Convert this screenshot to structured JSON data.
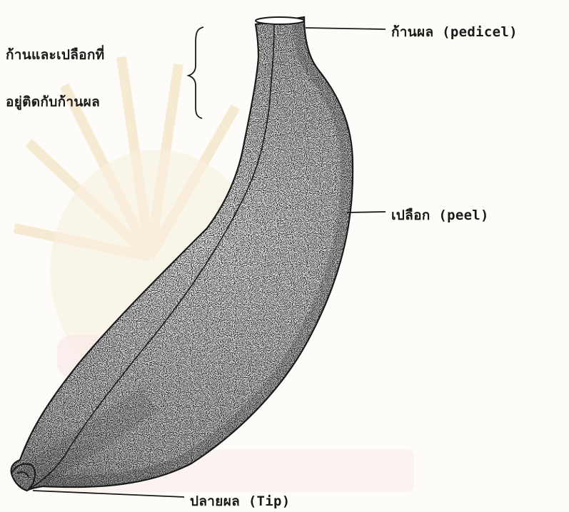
{
  "labels": {
    "stalk_line1": "ก้านและเปลือกที่",
    "stalk_line2": "อยู่ติดกับก้านผล",
    "pedicel": "ก้านผล (pedicel)",
    "peel": "เปลือก (peel)",
    "tip": "ปลายผล (Tip)"
  },
  "colors": {
    "ink": "#1a1a1a",
    "paper": "#fdfcf8",
    "watermark": "#e9c98e"
  }
}
